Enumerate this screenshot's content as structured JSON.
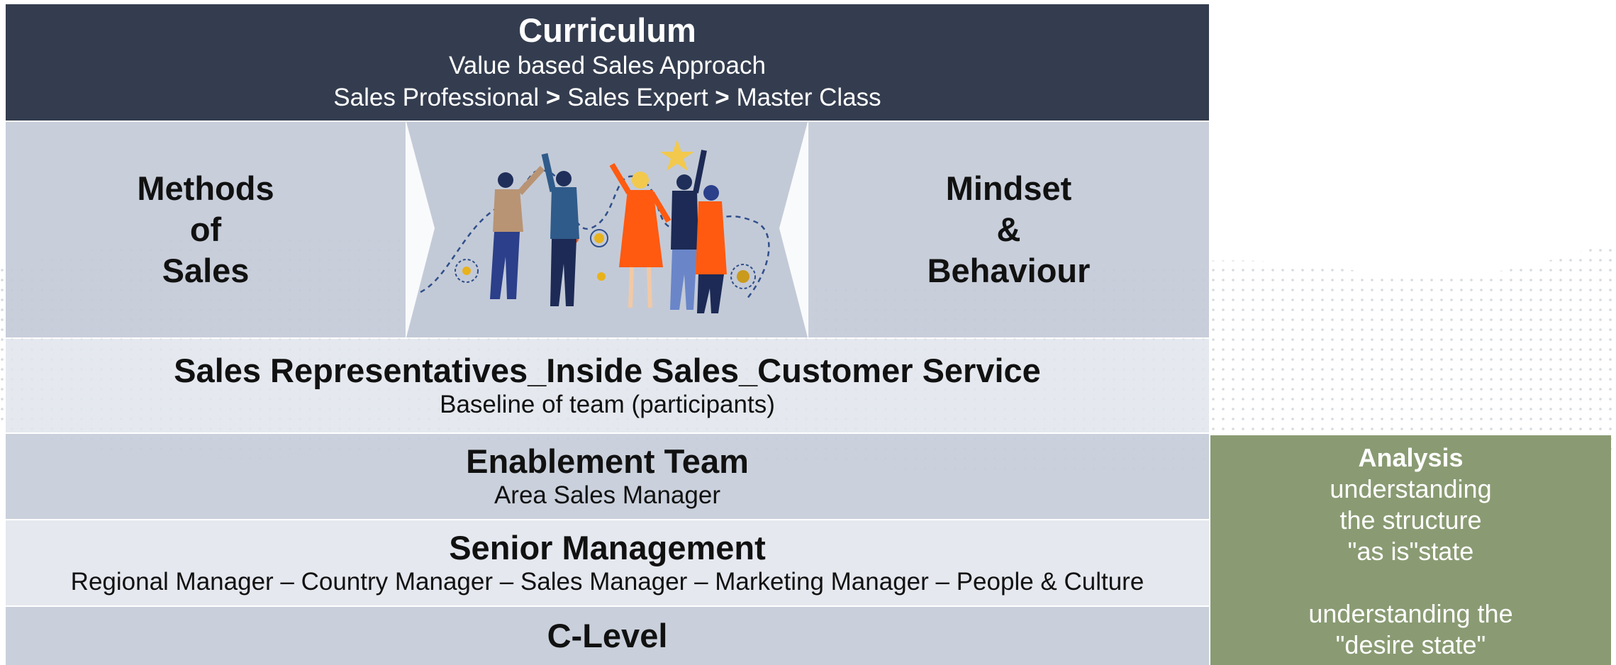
{
  "curriculum": {
    "title": "Curriculum",
    "subtitle": "Value based Sales Approach",
    "path": {
      "step1": "Sales Professional",
      "sep": ">",
      "step2": "Sales Expert",
      "step3": "Master Class"
    }
  },
  "methods": {
    "line1": "Methods",
    "line2": "of",
    "line3": "Sales"
  },
  "mindset": {
    "line1": "Mindset",
    "line2": "&",
    "line3": "Behaviour"
  },
  "reps": {
    "title": "Sales Representatives_Inside Sales_Customer Service",
    "subtitle": "Baseline of team (participants)"
  },
  "enablement": {
    "title": "Enablement Team",
    "subtitle": "Area Sales Manager"
  },
  "senior": {
    "title": "Senior Management",
    "subtitle": "Regional Manager – Country Manager – Sales Manager – Marketing Manager – People & Culture"
  },
  "clevel": {
    "title": "C-Level"
  },
  "analysis": {
    "title": "Analysis",
    "line1": "understanding",
    "line2": "the structure",
    "line3": "\"as is\"state",
    "line4": "understanding the",
    "line5": "\"desire state\""
  },
  "colors": {
    "header_bg": "#343d4f",
    "analysis_bg": "#8a9b73",
    "band_bg": "#c3cad7"
  },
  "illustration": {
    "icon": "team-celebration-illustration"
  }
}
